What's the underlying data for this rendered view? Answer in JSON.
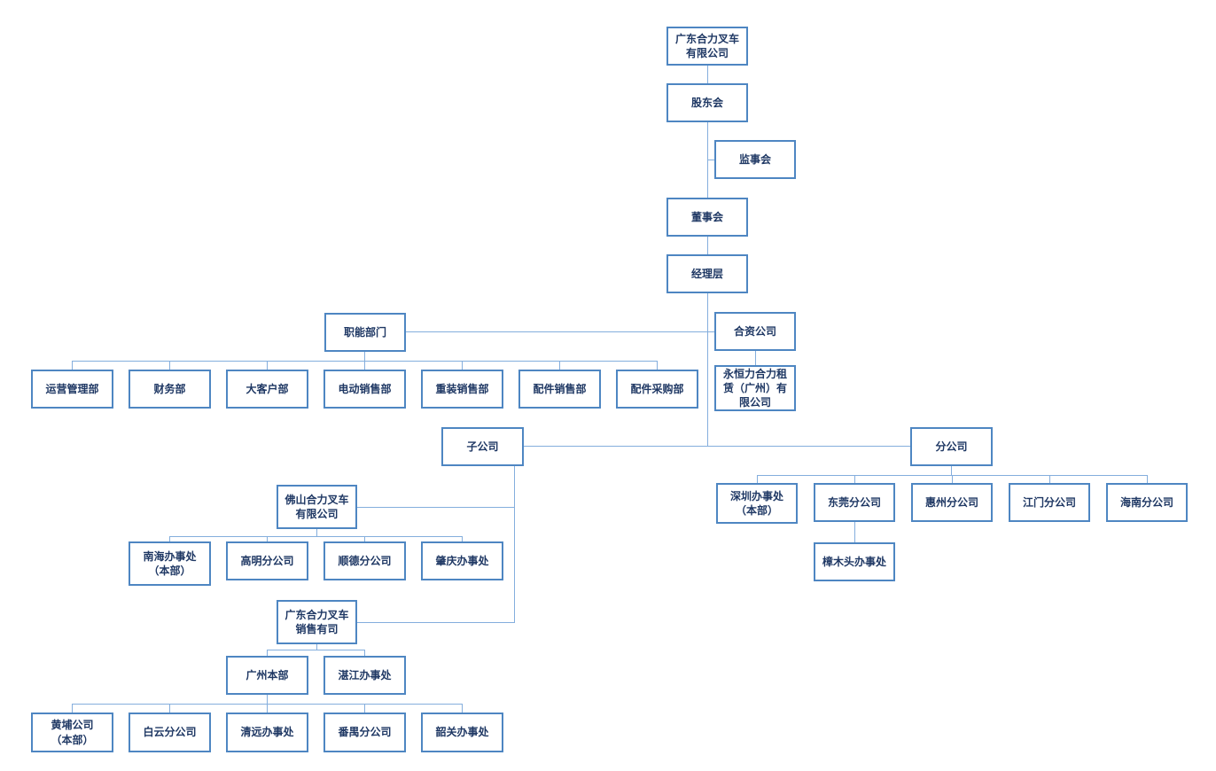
{
  "diagram": {
    "type": "org-chart",
    "company": "广东合力叉车有限公司"
  },
  "colors": {
    "node_border": "#4e86c2",
    "node_text": "#1f3864",
    "connector": "#84aedd",
    "background": "#ffffff"
  },
  "nodes": {
    "hq": "广东合力叉车\n有限公司",
    "shareholders": "股东会",
    "supervisory_board": "监事会",
    "board_of_directors": "董事会",
    "management": "经理层",
    "functional_departments": "职能部门",
    "joint_venture": "合资公司",
    "jungheinrich_heli_leasing": "永恒力合力租\n赁（广州）有\n限公司",
    "operations_management": "运营管理部",
    "finance": "财务部",
    "key_accounts": "大客户部",
    "electric_sales": "电动销售部",
    "heavy_sales": "重装销售部",
    "parts_sales": "配件销售部",
    "parts_procurement": "配件采购部",
    "subsidiaries": "子公司",
    "branches": "分公司",
    "shenzhen_office": "深圳办事处\n（本部）",
    "dongguan_branch": "东莞分公司",
    "huizhou_branch": "惠州分公司",
    "jiangmen_branch": "江门分公司",
    "hainan_branch": "海南分公司",
    "zhangmutou_office": "樟木头办事处",
    "foshan_heli": "佛山合力叉车\n有限公司",
    "nanhai_office": "南海办事处\n（本部）",
    "gaoming_branch": "高明分公司",
    "shunde_branch": "顺德分公司",
    "zhaoqing_office": "肇庆办事处",
    "gd_heli_sales": "广东合力叉车\n销售有司",
    "guangzhou_hq": "广州本部",
    "zhanjiang_office": "湛江办事处",
    "huangpu_company": "黄埔公司\n（本部）",
    "baiyun_branch": "白云分公司",
    "qingyuan_office": "清远办事处",
    "panyu_branch": "番禺分公司",
    "shaoguan_office": "韶关办事处"
  },
  "hierarchy": {
    "hq": [
      "shareholders"
    ],
    "shareholders": [
      "supervisory_board",
      "board_of_directors"
    ],
    "board_of_directors": [
      "management"
    ],
    "management": [
      "functional_departments",
      "joint_venture",
      "subsidiaries",
      "branches"
    ],
    "joint_venture": [
      "jungheinrich_heli_leasing"
    ],
    "functional_departments": [
      "operations_management",
      "finance",
      "key_accounts",
      "electric_sales",
      "heavy_sales",
      "parts_sales",
      "parts_procurement"
    ],
    "branches": [
      "shenzhen_office",
      "dongguan_branch",
      "huizhou_branch",
      "jiangmen_branch",
      "hainan_branch"
    ],
    "dongguan_branch": [
      "zhangmutou_office"
    ],
    "subsidiaries": [
      "foshan_heli",
      "gd_heli_sales"
    ],
    "foshan_heli": [
      "nanhai_office",
      "gaoming_branch",
      "shunde_branch",
      "zhaoqing_office"
    ],
    "gd_heli_sales": [
      "guangzhou_hq",
      "zhanjiang_office"
    ],
    "guangzhou_hq": [
      "huangpu_company",
      "baiyun_branch",
      "qingyuan_office",
      "panyu_branch",
      "shaoguan_office"
    ]
  }
}
